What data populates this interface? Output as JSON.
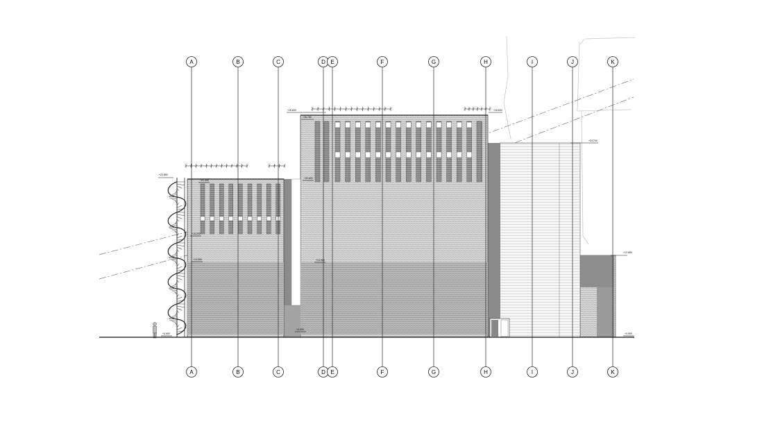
{
  "drawing": {
    "grid_labels": [
      "A",
      "B",
      "C",
      "D",
      "E",
      "F",
      "G",
      "H",
      "I",
      "J",
      "K"
    ],
    "level_marks": {
      "ground_left": "+0.900",
      "ground_right": "+0.900",
      "stair_top": "+22.850",
      "left_block_top": "+21.400",
      "left_mid_1": "+16.000",
      "left_mid_2": "+13.000",
      "roof_center": "+26.600",
      "parapet_center": "+26.750",
      "center_mid_1": "+22.600",
      "center_mid_2": "+13.000",
      "passage": "+4.400",
      "roof_right": "+26.600",
      "right_low": "+24.700",
      "annex": "+12.850"
    }
  }
}
